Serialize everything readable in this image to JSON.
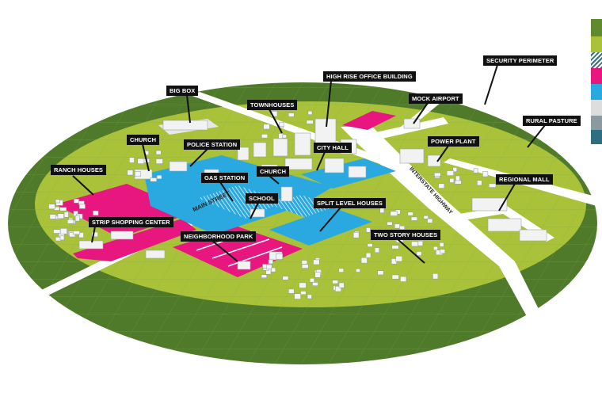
{
  "colors": {
    "ground_outer": "#4e7a2a",
    "ground_inner": "#a9c23a",
    "commercial": "#e8167f",
    "civic": "#2aa9e0",
    "road": "#ffffff",
    "building": "#eeeeee",
    "legend": [
      "#5f8a2e",
      "#a9c23a",
      "#3a6f7f",
      "#e8167f",
      "#2aa9e0",
      "#dddddd",
      "#8a9aa0",
      "#2d6e80"
    ]
  },
  "labels": {
    "big_box": "BIG BOX",
    "high_rise": "HIGH RISE OFFICE BUILDING",
    "security_perimeter": "SECURITY PERIMETER",
    "townhouses": "TOWNHOUSES",
    "mock_airport": "MOCK AIRPORT",
    "rural_pasture": "RURAL PASTURE",
    "church_1": "CHURCH",
    "police_station": "POLICE STATION",
    "city_hall": "CITY HALL",
    "power_plant": "POWER PLANT",
    "ranch_houses": "RANCH HOUSES",
    "gas_station": "GAS STATION",
    "church_2": "CHURCH",
    "regional_mall": "REGIONAL MALL",
    "school": "SCHOOL",
    "split_level": "SPLIT LEVEL HOUSES",
    "strip_shopping": "STRIP SHOPPING CENTER",
    "two_story": "TWO STORY HOUSES",
    "neighborhood_park": "NEIGHBORHOOD PARK"
  },
  "road_labels": {
    "main_street": "MAIN STREET",
    "interstate": "INTERSTATE HIGHWAY"
  }
}
